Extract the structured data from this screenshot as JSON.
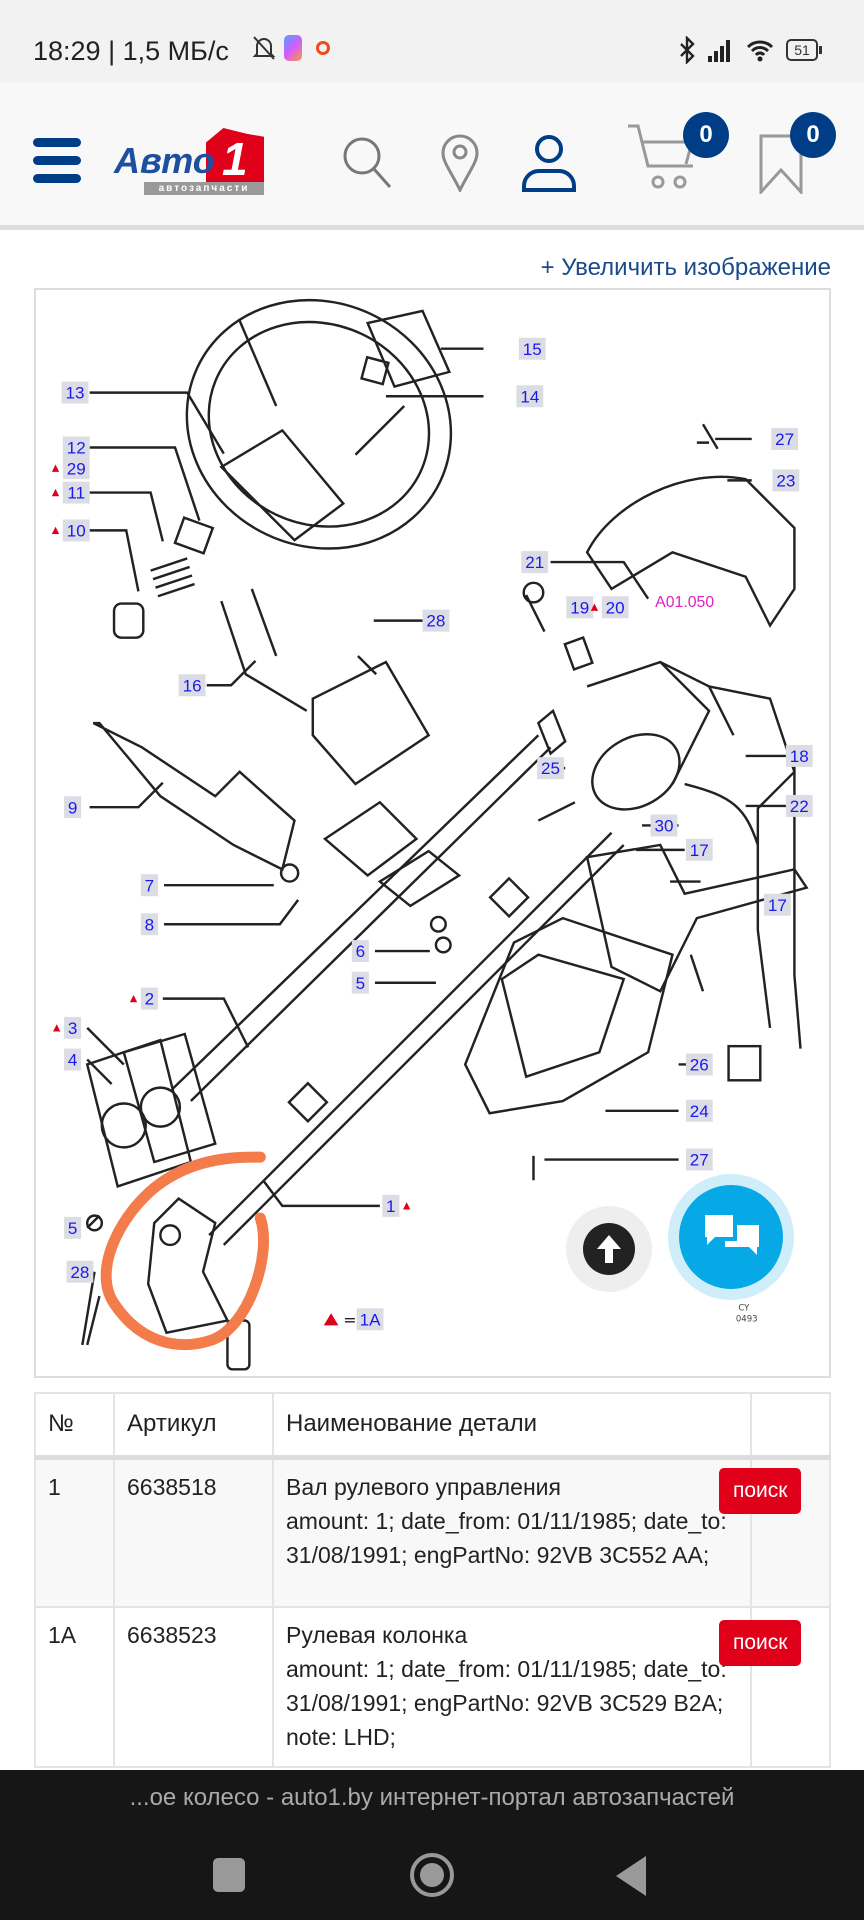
{
  "status_bar": {
    "time": "18:29 | 1,5 МБ/с",
    "battery": "51"
  },
  "header": {
    "logo_text": "Авто",
    "logo_digit": "1",
    "logo_sub": "автозапчасти",
    "cart_count": "0",
    "bookmarks_count": "0"
  },
  "zoom_link": "+ Увеличить изображение",
  "diagram": {
    "labels": [
      "15",
      "14",
      "13",
      "27",
      "12",
      "29",
      "11",
      "23",
      "10",
      "21",
      "19",
      "20",
      "A01.050",
      "28",
      "16",
      "18",
      "25",
      "9",
      "22",
      "30",
      "17",
      "7",
      "17",
      "8",
      "6",
      "5",
      "2",
      "3",
      "4",
      "26",
      "24",
      "27",
      "1",
      "5",
      "28",
      "1A"
    ],
    "code_top": "CY",
    "code_bottom": "0493",
    "legend_eq": "="
  },
  "table": {
    "headers": [
      "№",
      "Артикул",
      "Наименование детали",
      ""
    ],
    "rows": [
      {
        "no": "1",
        "article": "6638518",
        "name": "Вал рулевого управления",
        "details": "amount: 1; date_from: 01/11/1985; date_to: 31/08/1991; engPartNo: 92VB 3C552 AA;",
        "button": "поиск"
      },
      {
        "no": "1A",
        "article": "6638523",
        "name": "Рулевая колонка",
        "details": "amount: 1; date_from: 01/11/1985; date_to: 31/08/1991; engPartNo: 92VB 3C529 B2A; note: LHD;",
        "button": "поиск"
      }
    ]
  },
  "browser": {
    "page_title": "...ое колесо - auto1.by интернет-портал автозапчастей"
  },
  "colors": {
    "brand_blue": "#003d87",
    "accent_red": "#e0001a",
    "chat_blue": "#06a9e6",
    "annotation_orange": "#f47c4a"
  }
}
